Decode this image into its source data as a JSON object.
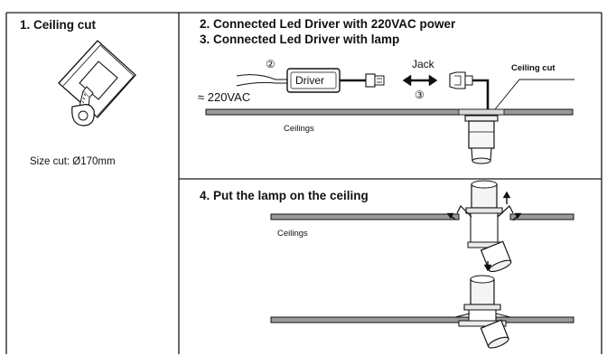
{
  "panel_1": {
    "heading": "1. Ceiling cut",
    "size_caption": "Size cut: Ø170mm"
  },
  "panel_2": {
    "heading_line1": "2. Connected Led Driver with 220VAC power",
    "heading_line2": "3. Connected Led Driver with lamp",
    "label_driver": "Driver",
    "label_jack": "Jack",
    "label_power": "≈ 220VAC",
    "label_ceiling_cut": "Ceiling cut",
    "label_ceilings": "Ceilings",
    "step_marker_a": "②",
    "step_marker_b": "③",
    "connector_arrow": "⟷"
  },
  "panel_4": {
    "heading": "4. Put the lamp on the ceiling",
    "label_ceilings": "Ceilings"
  },
  "colors": {
    "border": "#1a1a1a",
    "ceiling_fill": "#9a9a9a",
    "lamp_fill": "#f2f2f2",
    "ink": "#111111"
  }
}
